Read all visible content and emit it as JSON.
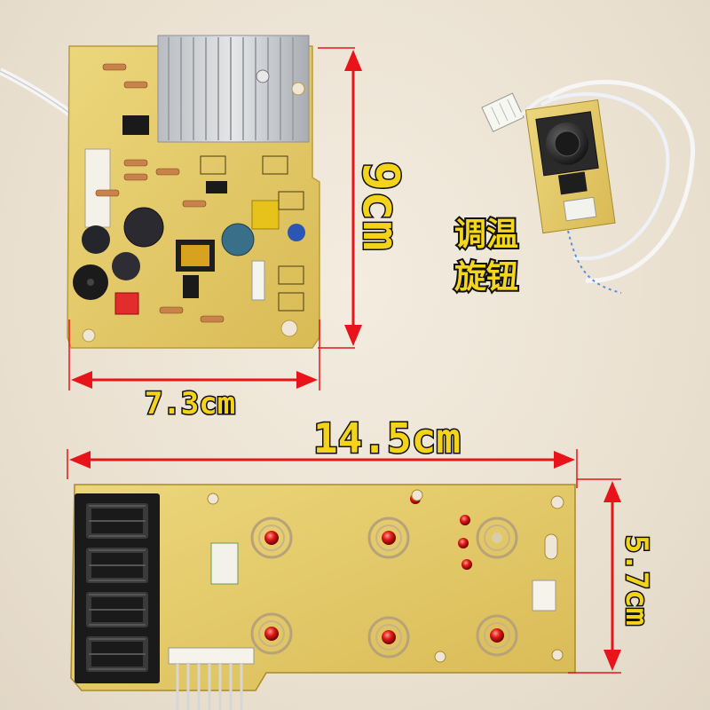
{
  "dimensions": {
    "power_board_height": "9cm",
    "power_board_width": "7.3cm",
    "display_board_width": "14.5cm",
    "display_board_height": "5.7cm"
  },
  "knob_caption": {
    "line1": "调温",
    "line2": "旋钮"
  },
  "colors": {
    "pcb": "#e3c96a",
    "arrow": "#e8141a",
    "dimension_text": "#f3d41a",
    "heatsink": "#c9ccd0"
  },
  "icons": [
    "arrow-icon"
  ]
}
